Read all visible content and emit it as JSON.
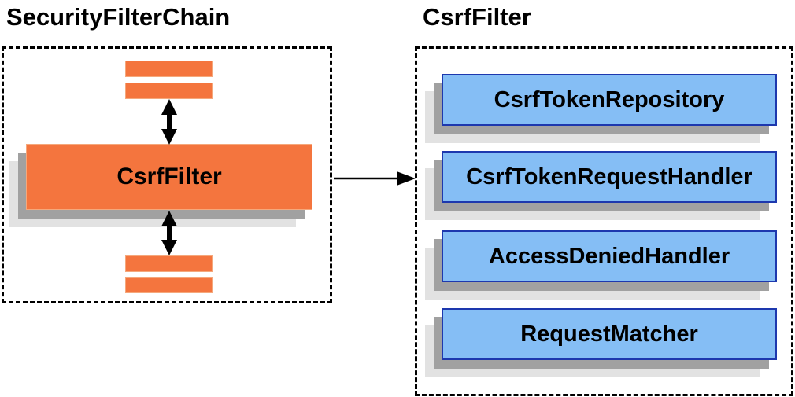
{
  "left_panel": {
    "title": "SecurityFilterChain",
    "filter_label": "CsrfFilter",
    "placeholder_bar_count": 4
  },
  "right_panel": {
    "title": "CsrfFilter",
    "components": [
      "CsrfTokenRepository",
      "CsrfTokenRequestHandler",
      "AccessDeniedHandler",
      "RequestMatcher"
    ]
  },
  "colors": {
    "filter_fill": "#f4753e",
    "filter_border": "#f5a87c",
    "component_fill": "#85bef5",
    "component_border": "#1d38ae",
    "shadow_near": "#a1a1a1",
    "shadow_far": "#e2e2e2",
    "connector": "#000000"
  }
}
